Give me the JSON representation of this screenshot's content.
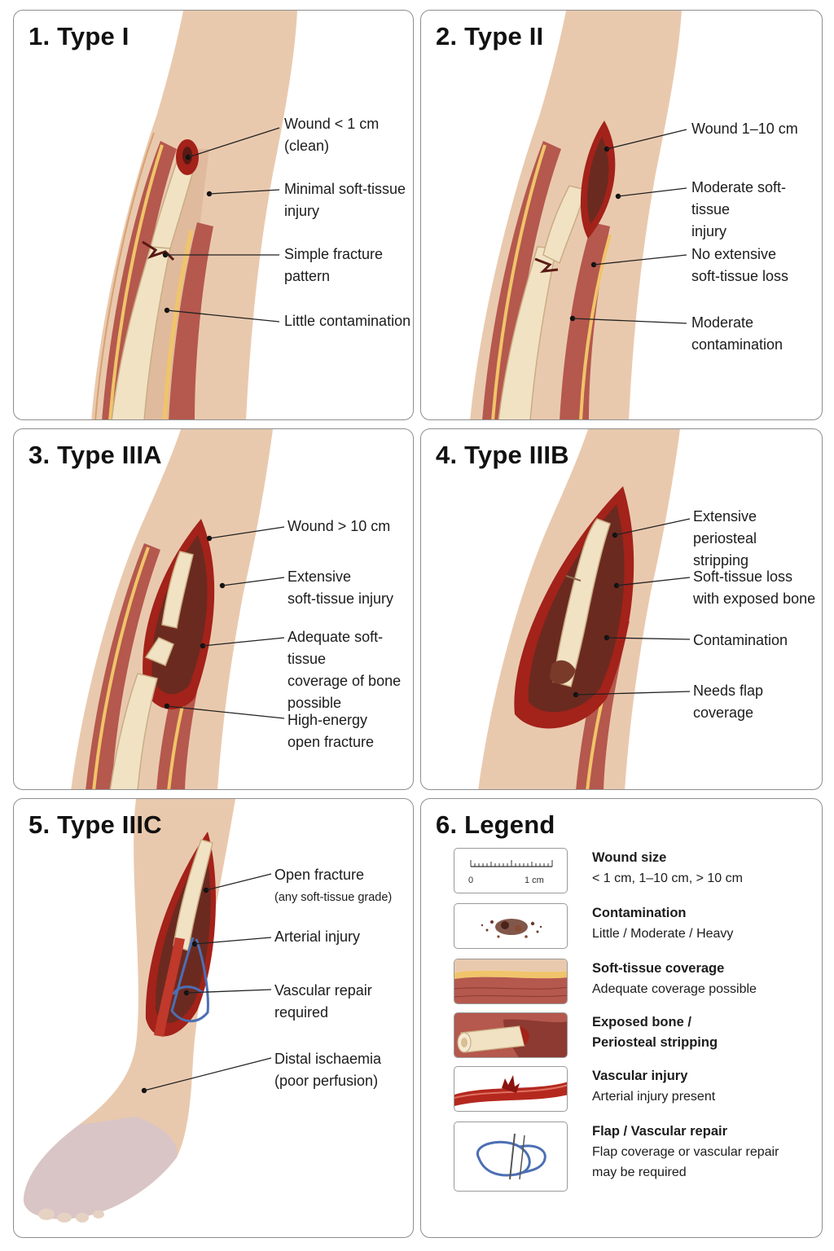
{
  "panels": [
    {
      "title": "1. Type I",
      "labels": [
        "Wound < 1 cm\n(clean)",
        "Minimal soft-tissue\ninjury",
        "Simple fracture\npattern",
        "Little contamination"
      ]
    },
    {
      "title": "2. Type II",
      "labels": [
        "Wound 1–10 cm",
        "Moderate soft-tissue\ninjury",
        "No extensive\nsoft-tissue loss",
        "Moderate\ncontamination"
      ]
    },
    {
      "title": "3. Type IIIA",
      "labels": [
        "Wound > 10 cm",
        "Extensive\nsoft-tissue injury",
        "Adequate soft-tissue\ncoverage of bone\npossible",
        "High-energy\nopen fracture"
      ]
    },
    {
      "title": "4. Type IIIB",
      "labels": [
        "Extensive periosteal\nstripping",
        "Soft-tissue loss\nwith exposed bone",
        "Contamination",
        "Needs flap\ncoverage"
      ]
    },
    {
      "title": "5. Type IIIC",
      "labels": [
        "Open fracture",
        "(any soft-tissue grade)",
        "Arterial injury",
        "Vascular repair\nrequired",
        "Distal ischaemia\n(poor perfusion)"
      ]
    }
  ],
  "legend": {
    "title": "6. Legend",
    "ruler": {
      "zero": "0",
      "unit": "1 cm"
    },
    "items": [
      {
        "title": "Wound size",
        "desc": "< 1 cm, 1–10 cm, > 10 cm",
        "icon": "ruler-icon"
      },
      {
        "title": "Contamination",
        "desc": "Little / Moderate / Heavy",
        "icon": "contamination-icon"
      },
      {
        "title": "Soft-tissue coverage",
        "desc": "Adequate coverage possible",
        "icon": "soft-tissue-icon"
      },
      {
        "title": "Exposed bone /\nPeriosteal stripping",
        "desc": "",
        "icon": "exposed-bone-icon"
      },
      {
        "title": "Vascular injury",
        "desc": "Arterial injury present",
        "icon": "artery-icon"
      },
      {
        "title": "Flap / Vascular repair",
        "desc": "Flap coverage or vascular repair\nmay be required",
        "icon": "suture-icon"
      }
    ]
  },
  "colors": {
    "skin": "#e9c9ae",
    "muscle": "#b5584d",
    "bone": "#f1e2c4",
    "blood": "#a3221a",
    "suture": "#4b6fb3",
    "border": "#8e8e8e"
  }
}
